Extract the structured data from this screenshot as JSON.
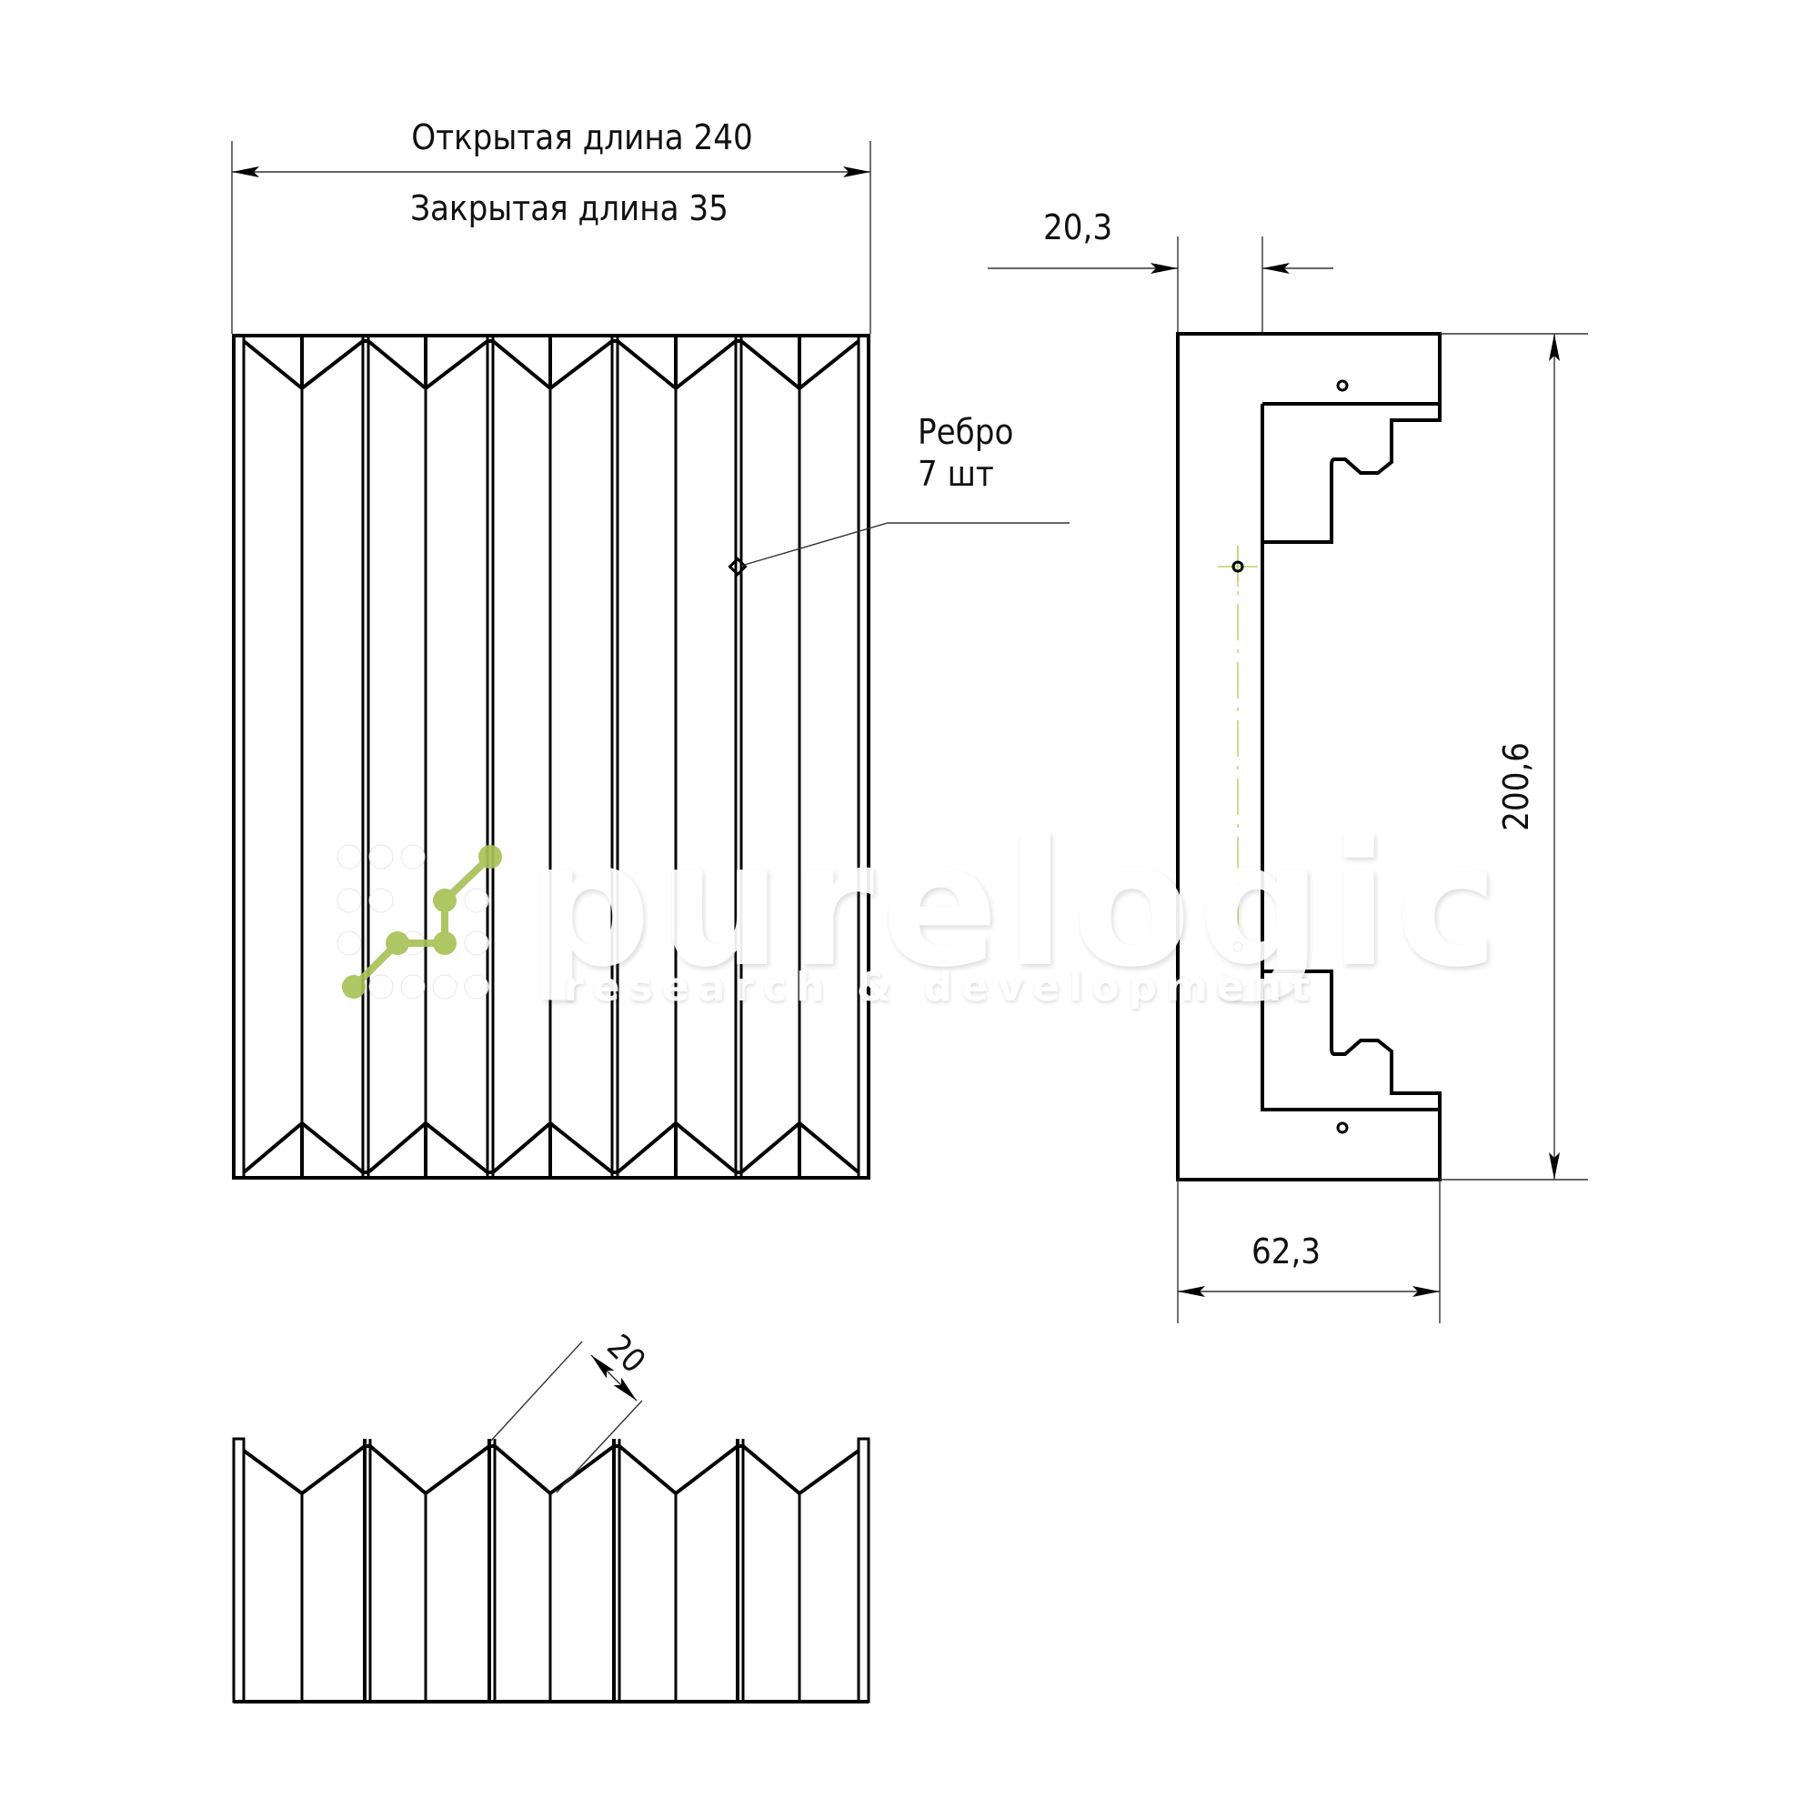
{
  "drawing": {
    "type": "technical drawing — bellows (accordion) cover",
    "views": [
      "front",
      "side",
      "top-section"
    ]
  },
  "dimensions": {
    "open_length": "Открытая длина  240",
    "closed_length": "Закрытая длина 35",
    "flange_offset": "20,3",
    "height": "200,6",
    "depth": "62,3",
    "pleat_pitch": "20"
  },
  "callouts": {
    "rib_line1": "Ребро",
    "rib_line2": "7 шт"
  },
  "watermark": {
    "brand": "purelogic",
    "tagline": "research & development",
    "accent_color": "#a8c256"
  },
  "colors": {
    "line": "#000000",
    "dim_line": "#333333",
    "centerline": "#b9d36b",
    "background": "#ffffff"
  }
}
